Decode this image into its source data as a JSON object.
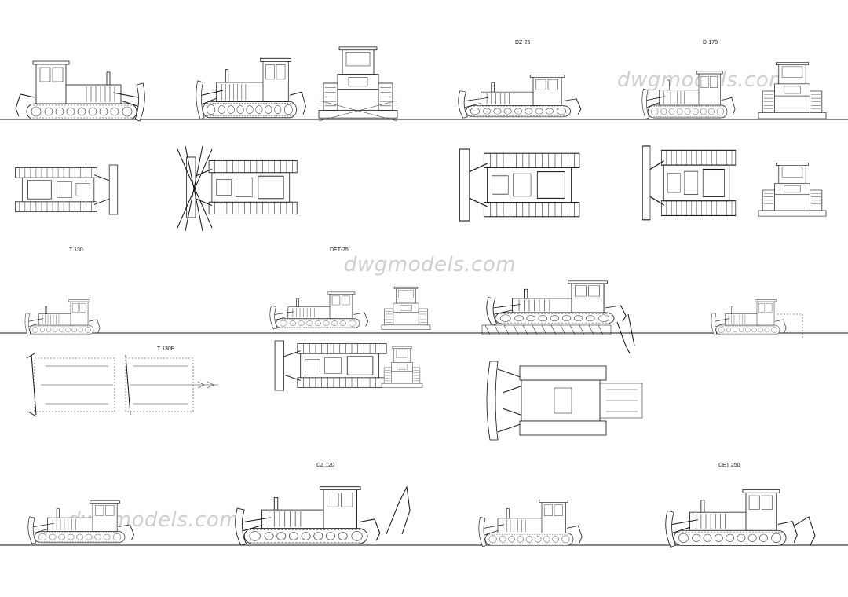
{
  "labels": {
    "dz25": "DZ-25",
    "d170": "D-170",
    "t130": "T 130",
    "det75": "DET-75",
    "t130b": "T 130B",
    "dz120": "DZ 120",
    "det250": "DET 250"
  },
  "watermark": "dwgmodels.com",
  "icons": {
    "bulldozer_side": "bulldozer-side-view-icon",
    "bulldozer_top": "bulldozer-top-view-icon",
    "bulldozer_front": "bulldozer-front-view-icon"
  }
}
